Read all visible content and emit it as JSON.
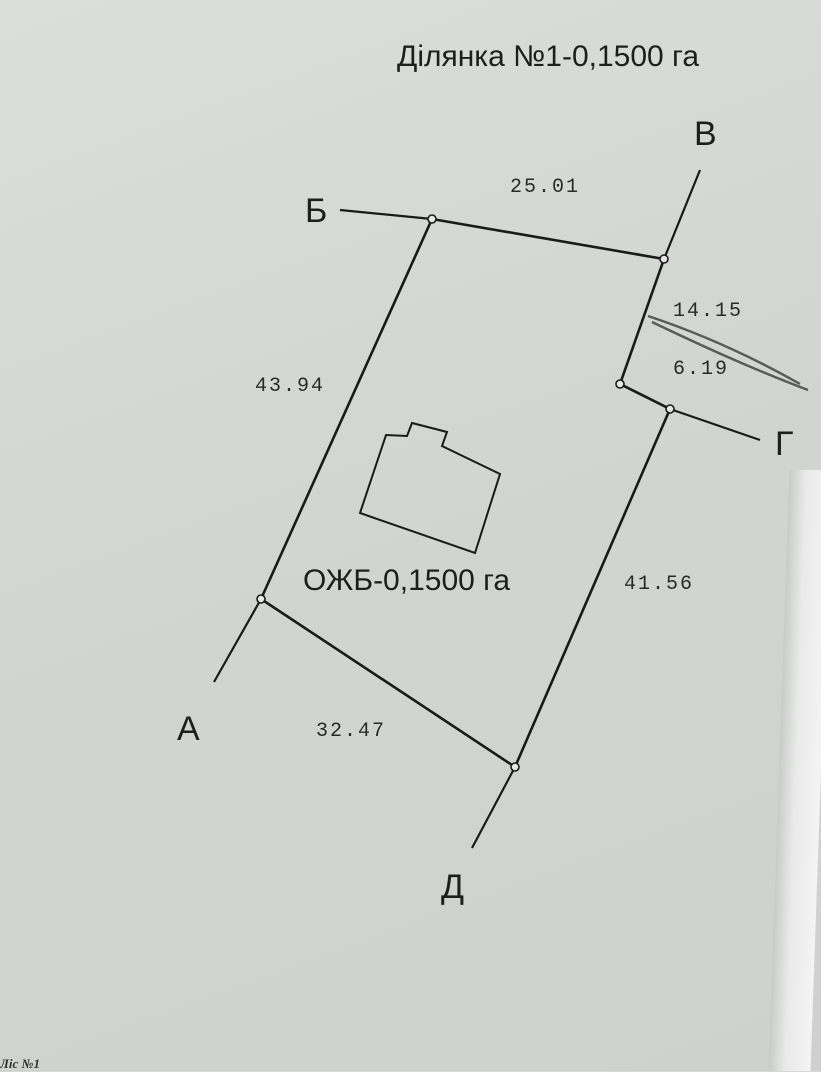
{
  "plot": {
    "title": "Ділянка №1-0,1500 га",
    "area_label": "ОЖБ-0,1500 га",
    "vertices": {
      "A": "А",
      "B": "Б",
      "V": "В",
      "G": "Г",
      "D": "Д"
    },
    "dimensions": {
      "top": "25.01",
      "right_upper": "14.15",
      "right_step": "6.19",
      "right_lower": "41.56",
      "bottom": "32.47",
      "left": "43.94"
    }
  },
  "footer": {
    "text": "Лiс №1"
  },
  "colors": {
    "line": "#1a1a1a",
    "paper": "#d6d8d6"
  }
}
